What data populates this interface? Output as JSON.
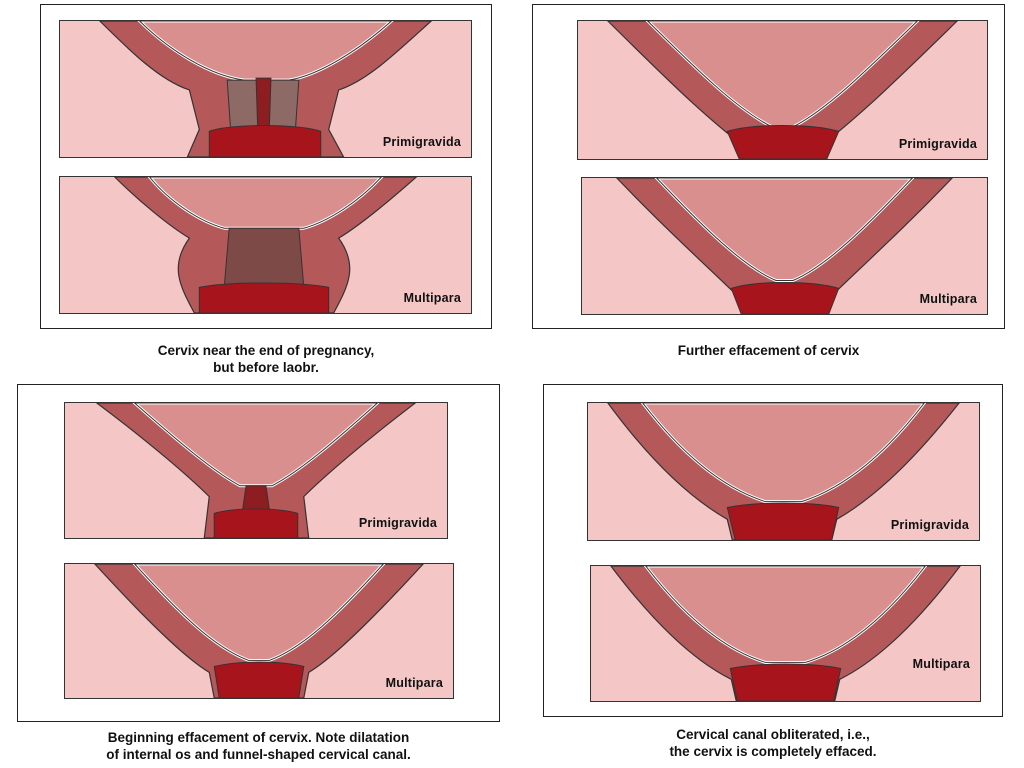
{
  "labels": {
    "primigravida": "Primigravida",
    "multipara": "Multipara"
  },
  "captions": {
    "top_left_line1": "Cervix  near the end of pregnancy,",
    "top_left_line2": "but before laobr.",
    "top_right_line1": "Further effacement of cervix",
    "bottom_left_line1": "Beginning effacement of cervix. Note dilatation",
    "bottom_left_line2": "of internal os and funnel-shaped cervical canal.",
    "bottom_right_line1": "Cervical canal obliterated, i.e.,",
    "bottom_right_line2": "the cervix is completely effaced."
  },
  "colors": {
    "background_pink": "#f4c7c6",
    "uterine_cavity": "#d98f8d",
    "wall_tissue": "#b5585a",
    "canal_dark": "#8e1d22",
    "vagina_red": "#a8141c"
  }
}
